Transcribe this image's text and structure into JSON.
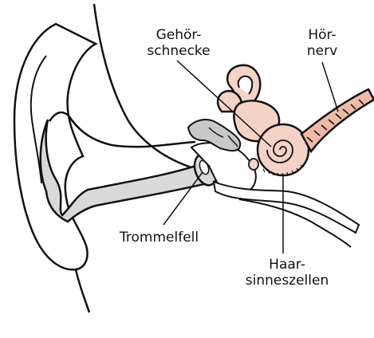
{
  "labels": {
    "cochlea": [
      "Gehör-",
      "schnecke"
    ],
    "auditory_nerve": [
      "Hör-",
      "nerv"
    ],
    "eardrum": "Trommelfell",
    "hair_cells": [
      "Haar-",
      "sinneszellen"
    ]
  },
  "colors": {
    "outline": "#111111",
    "canal_fill": "#d9d9d9",
    "inner_ear_fill": "#f6d2c6",
    "nerve_fill": "#efb9a6",
    "ossicle_fill": "#c8c8c8",
    "background": "#ffffff"
  }
}
